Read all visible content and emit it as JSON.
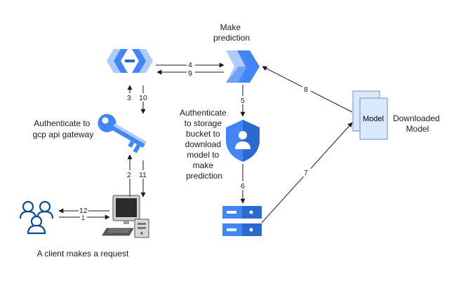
{
  "labels": {
    "make_prediction": [
      "Make",
      "prediction"
    ],
    "auth_gateway": [
      "Authenticate to",
      "gcp api gateway"
    ],
    "auth_storage": [
      "Authenticate",
      "to storage",
      "bucket to",
      "download",
      "model to",
      "make",
      "prediction"
    ],
    "downloaded_model": [
      "Downloaded",
      "Model"
    ],
    "client_request": "A client makes a request",
    "model_card": "Model"
  },
  "steps": {
    "s1": "1",
    "s2": "2",
    "s3": "3",
    "s4": "4",
    "s5": "5",
    "s6": "6",
    "s7": "7",
    "s8": "8",
    "s9": "9",
    "s10": "10",
    "s11": "11",
    "s12": "12"
  },
  "colors": {
    "gcp_blue": "#4285f4",
    "gcp_dark_blue": "#2a6acf",
    "gcp_light_blue": "#aecbfa",
    "line": "#1a1a1a",
    "model_card_fill": "#dae8fc",
    "model_card_stroke": "#6c8ebf"
  },
  "icons": {
    "api_gateway": "api-gateway-icon",
    "key": "key-icon",
    "ai_platform": "ai-platform-icon",
    "security": "shield-user-icon",
    "storage": "storage-server-icon",
    "users": "users-icon",
    "workstation": "computer-workstation-icon",
    "model_docs": "document-stack-icon"
  }
}
